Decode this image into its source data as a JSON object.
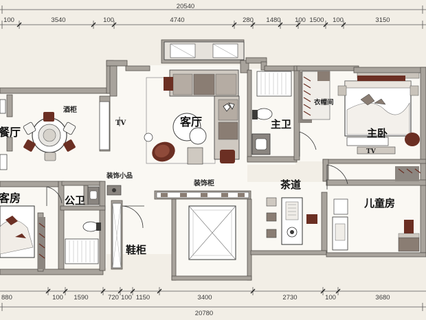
{
  "dimensions": {
    "top_total": "20540",
    "top": [
      "100",
      "3540",
      "100",
      "4740",
      "280",
      "1480",
      "100",
      "1500",
      "100",
      "3150"
    ],
    "bottom_total": "20780",
    "bottom": [
      "880",
      "100",
      "1590",
      "720",
      "100",
      "1150",
      "3400",
      "2730",
      "100",
      "3680"
    ]
  },
  "rooms": {
    "dining": "餐厅",
    "living": "客厅",
    "master_bath": "主卫",
    "master_bedroom": "主卧",
    "guest_bedroom": "客房",
    "public_bath": "公卫",
    "shoe_cabinet": "鞋柜",
    "tea_room": "茶道",
    "kids_room": "儿童房"
  },
  "labels": {
    "wine_cabinet": "酒柜",
    "closet": "衣帽间",
    "decor_ornaments": "装饰小品",
    "decor_cabinet": "装饰柜",
    "tv_left": "TV",
    "tv_master": "TV"
  },
  "colors": {
    "wall": "#a8a39c",
    "wall_edge": "#55524d",
    "floor": "#faf8f3",
    "page": "#f2eee6",
    "accent_brown": "#6b2f23",
    "taupe": "#8a7d73",
    "dark": "#3b3a38"
  }
}
